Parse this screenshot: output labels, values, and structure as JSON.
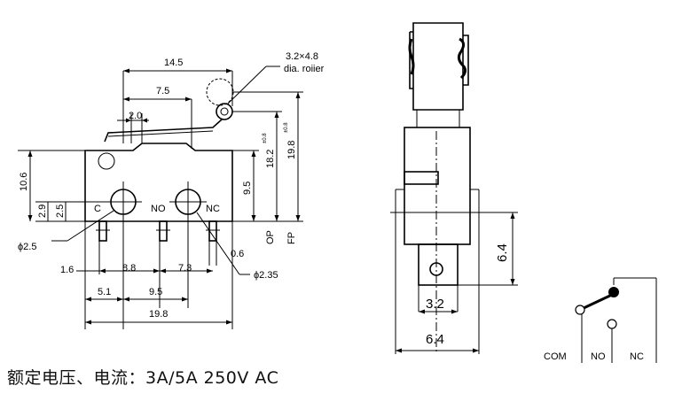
{
  "front_view": {
    "dims": {
      "d_14_5": "14.5",
      "d_7_5": "7.5",
      "d_2_0": "2.0",
      "roller": "3.2×4.8",
      "roller_sub": "dia. roiier",
      "d_18_2": "18.2",
      "d_18_2_tol": "±0.8",
      "d_19_8_v": "19.8",
      "d_19_8_v_tol": "±0.8",
      "d_10_6": "10.6",
      "d_2_9": "2.9",
      "d_2_5_v": "2.5",
      "d_9_5_v": "9.5",
      "op": "OP",
      "fp": "FP",
      "phi_2_5": "ϕ2.5",
      "phi_2_35": "ϕ2.35",
      "d_0_6": "0.6",
      "d_1_6": "1.6",
      "d_8_8": "8.8",
      "d_7_3": "7.3",
      "d_5_1": "5.1",
      "d_9_5_h": "9.5",
      "d_19_8_h": "19.8"
    },
    "terminals": {
      "c": "C",
      "no": "NO",
      "nc": "NC"
    }
  },
  "side_view": {
    "dims": {
      "d_6_4_v": "6.4",
      "d_3_2": "3.2",
      "d_6_4_h": "6.4"
    }
  },
  "schematic": {
    "com": "COM",
    "no": "NO",
    "nc": "NC"
  },
  "footer_text": "额定电压、电流：3A/5A 250V AC"
}
